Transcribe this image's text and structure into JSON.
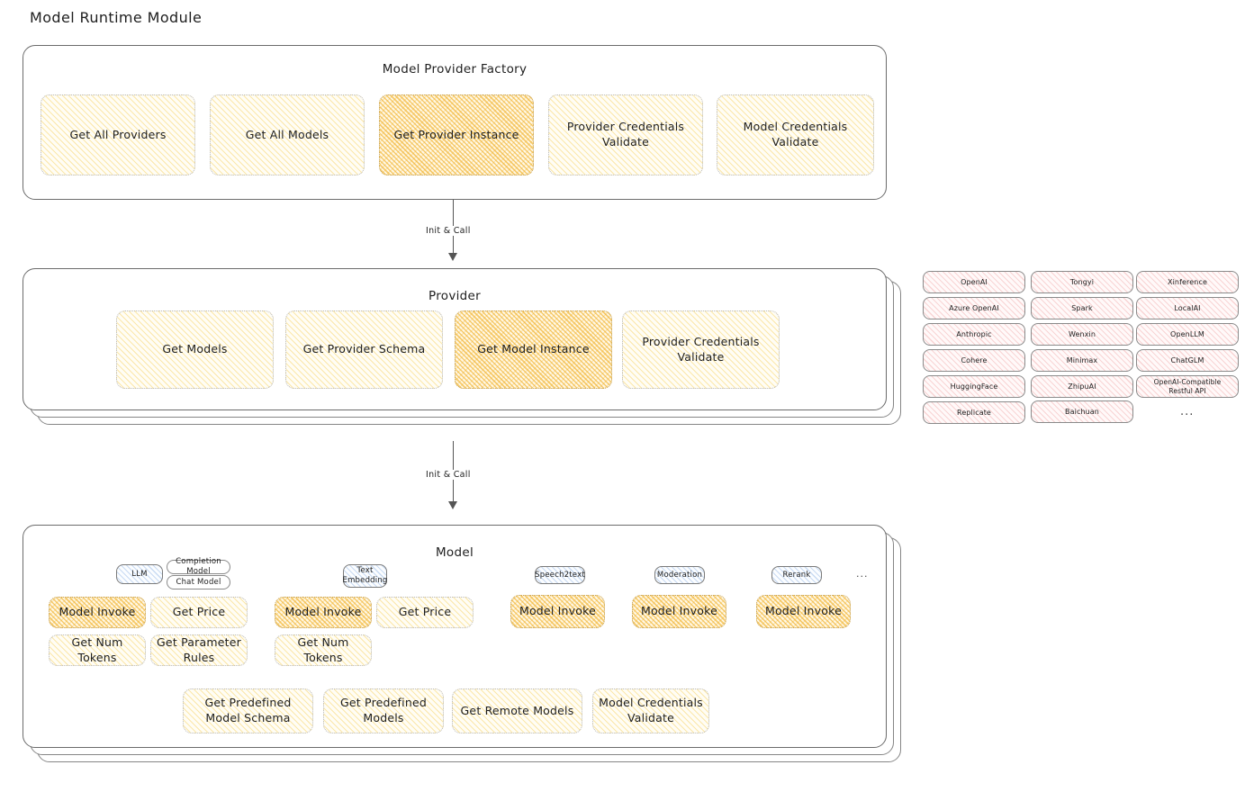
{
  "diagram": {
    "title": "Model Runtime Module"
  },
  "factory": {
    "title": "Model Provider Factory",
    "methods": [
      {
        "label": "Get All Providers",
        "highlight": false
      },
      {
        "label": "Get All Models",
        "highlight": false
      },
      {
        "label": "Get Provider Instance",
        "highlight": true
      },
      {
        "label": "Provider Credentials Validate",
        "highlight": false
      },
      {
        "label": "Model Credentials Validate",
        "highlight": false
      }
    ]
  },
  "arrows": [
    {
      "label": "Init & Call"
    },
    {
      "label": "Init & Call"
    }
  ],
  "provider": {
    "title": "Provider",
    "methods": [
      {
        "label": "Get Models",
        "highlight": false
      },
      {
        "label": "Get Provider Schema",
        "highlight": false
      },
      {
        "label": "Get Model Instance",
        "highlight": true
      },
      {
        "label": "Provider Credentials Validate",
        "highlight": false
      }
    ]
  },
  "provider_list": {
    "columns": [
      {
        "items": [
          "OpenAI",
          "Azure OpenAI",
          "Anthropic",
          "Cohere",
          "HuggingFace",
          "Replicate"
        ]
      },
      {
        "items": [
          "Tongyi",
          "Spark",
          "Wenxin",
          "Minimax",
          "ZhipuAI",
          "Baichuan"
        ]
      },
      {
        "items": [
          "Xinference",
          "LocalAI",
          "OpenLLM",
          "ChatGLM",
          "OpenAI-Compatible Restful API"
        ]
      }
    ],
    "more": "..."
  },
  "model": {
    "title": "Model",
    "more_badge": "...",
    "types": [
      {
        "badge": "LLM",
        "sub_badges": [
          "Completion Model",
          "Chat Model"
        ],
        "methods": [
          {
            "label": "Model Invoke",
            "highlight": true
          },
          {
            "label": "Get Price",
            "highlight": false
          },
          {
            "label": "Get Num Tokens",
            "highlight": false
          },
          {
            "label": "Get Parameter Rules",
            "highlight": false
          }
        ]
      },
      {
        "badge": "Text Embedding",
        "sub_badges": [],
        "methods": [
          {
            "label": "Model Invoke",
            "highlight": true
          },
          {
            "label": "Get Price",
            "highlight": false
          },
          {
            "label": "Get Num Tokens",
            "highlight": false
          }
        ]
      },
      {
        "badge": "Speech2text",
        "sub_badges": [],
        "methods": [
          {
            "label": "Model Invoke",
            "highlight": true
          }
        ]
      },
      {
        "badge": "Moderation",
        "sub_badges": [],
        "methods": [
          {
            "label": "Model Invoke",
            "highlight": true
          }
        ]
      },
      {
        "badge": "Rerank",
        "sub_badges": [],
        "methods": [
          {
            "label": "Model Invoke",
            "highlight": true
          }
        ]
      }
    ],
    "shared_methods": [
      {
        "label": "Get Predefined Model Schema"
      },
      {
        "label": "Get Predefined Models"
      },
      {
        "label": "Get Remote Models"
      },
      {
        "label": "Model Credentials Validate"
      }
    ]
  },
  "colors": {
    "highlight_fill": "#f0af23",
    "normal_fill": "#f5c842",
    "provider_chip": "#e05050",
    "badge": "#4682d2",
    "panel_border": "#6b6b6b",
    "text": "#1e1e1e"
  }
}
